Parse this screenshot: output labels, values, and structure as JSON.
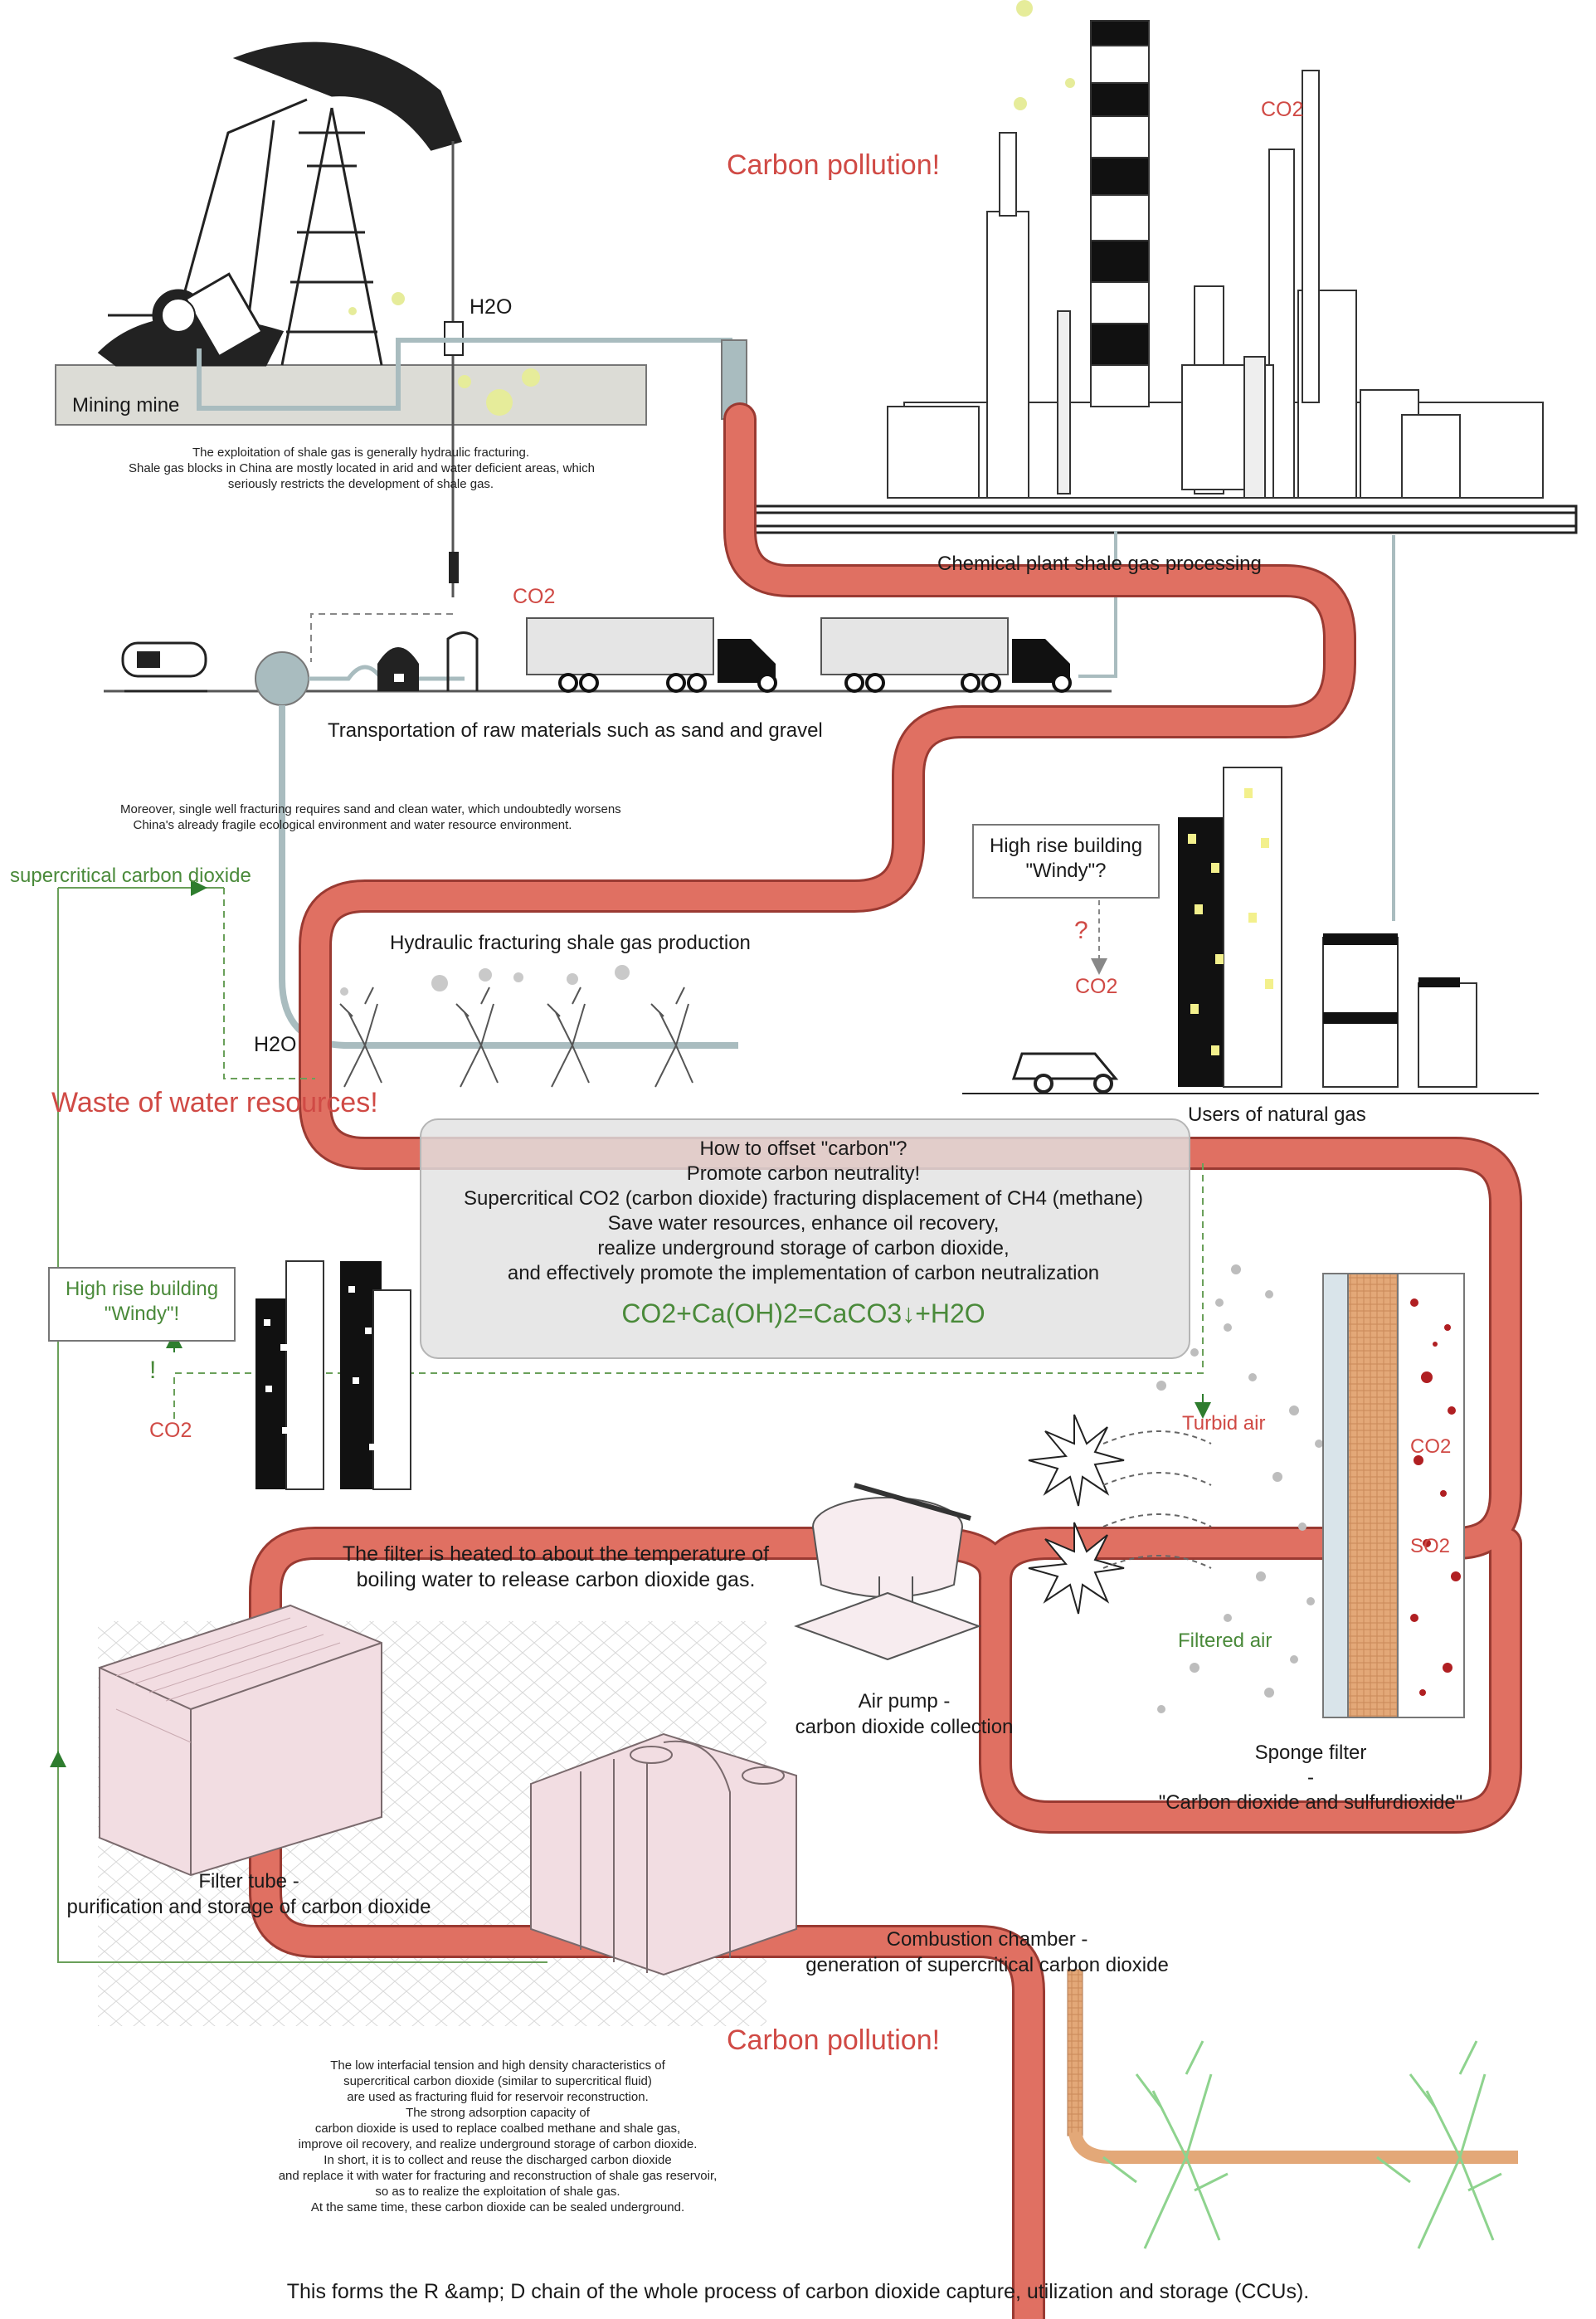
{
  "title": {
    "carbon_pollution_top": "Carbon pollution!",
    "carbon_pollution_bottom": "Carbon pollution!",
    "waste_water": "Waste of water resources!"
  },
  "labels": {
    "co2_factory": "CO2",
    "co2_trucks": "CO2",
    "co2_left": "CO2",
    "co2_windy": "CO2",
    "h2o_top": "H2O",
    "h2o_left": "H2O",
    "mining_mine": "Mining mine",
    "chemical_plant": "Chemical plant shale gas processing",
    "transportation": "Transportation of raw materials such as sand and gravel",
    "hydraulic": "Hydraulic fracturing shale gas production",
    "users_gas": "Users of natural gas",
    "supercritical": "supercritical carbon dioxide",
    "question_mark": "?",
    "exclamation": "!",
    "turbid_air": "Turbid air",
    "filtered_air": "Filtered air",
    "sponge_co2": "CO2",
    "sponge_so2": "SO2",
    "high_rise_q": [
      "High rise building",
      "\"Windy\"?"
    ],
    "high_rise_e": [
      "High rise building",
      "\"Windy\"!"
    ],
    "filter_heated": [
      "The filter is heated to about the temperature of",
      "boiling water to release carbon dioxide gas."
    ],
    "air_pump": [
      "Air pump -",
      "carbon dioxide collection"
    ],
    "sponge_filter": [
      "Sponge filter",
      "-",
      "\"Carbon dioxide and sulfurdioxide\""
    ],
    "filter_tube": [
      "Filter tube -",
      "purification and storage of carbon dioxide"
    ],
    "combustion": [
      "Combustion chamber -",
      "generation of supercritical carbon dioxide"
    ]
  },
  "notes": {
    "shale_gas": [
      "The exploitation of shale gas is generally hydraulic fracturing.",
      "Shale gas blocks in China are mostly located in arid and water deficient areas, which",
      "seriously restricts the development of shale gas."
    ],
    "single_well": [
      "Moreover, single well fracturing requires sand and clean water, which undoubtedly worsens",
      "China's already fragile ecological environment and water resource environment."
    ],
    "bottom_text": [
      "The low interfacial tension and high density characteristics of",
      "supercritical carbon dioxide (similar to supercritical fluid)",
      "are used as fracturing fluid for reservoir reconstruction.",
      "The strong adsorption capacity of",
      "carbon dioxide is used to replace coalbed methane and shale gas,",
      "improve oil recovery, and realize underground storage of carbon dioxide.",
      "In short, it is to collect and reuse the discharged carbon dioxide",
      "and replace it with water for fracturing and reconstruction of shale gas reservoir,",
      "so as to realize the exploitation of shale gas.",
      "At the same time, these carbon dioxide can be sealed underground."
    ]
  },
  "center_panel": {
    "lines": [
      "How to offset \"carbon\"?",
      "Promote carbon neutrality!",
      "Supercritical CO2 (carbon dioxide) fracturing displacement of CH4 (methane)",
      "Save water resources, enhance oil recovery,",
      "realize underground storage of carbon dioxide,",
      "and effectively promote the implementation of carbon neutralization"
    ],
    "equation": "CO2+Ca(OH)2=CaCO3↓+H2O"
  },
  "footer": "This forms the R &amp; D chain of the whole process of carbon dioxide capture, utilization and storage (CCUs).",
  "colors": {
    "pipe": "#e07062",
    "pipe_dark": "#c8584c",
    "green": "#4a8a3a",
    "red_text": "#d04a45",
    "teal_pipe": "#a9bcbf",
    "dot_yellow": "#e6ec9a"
  }
}
